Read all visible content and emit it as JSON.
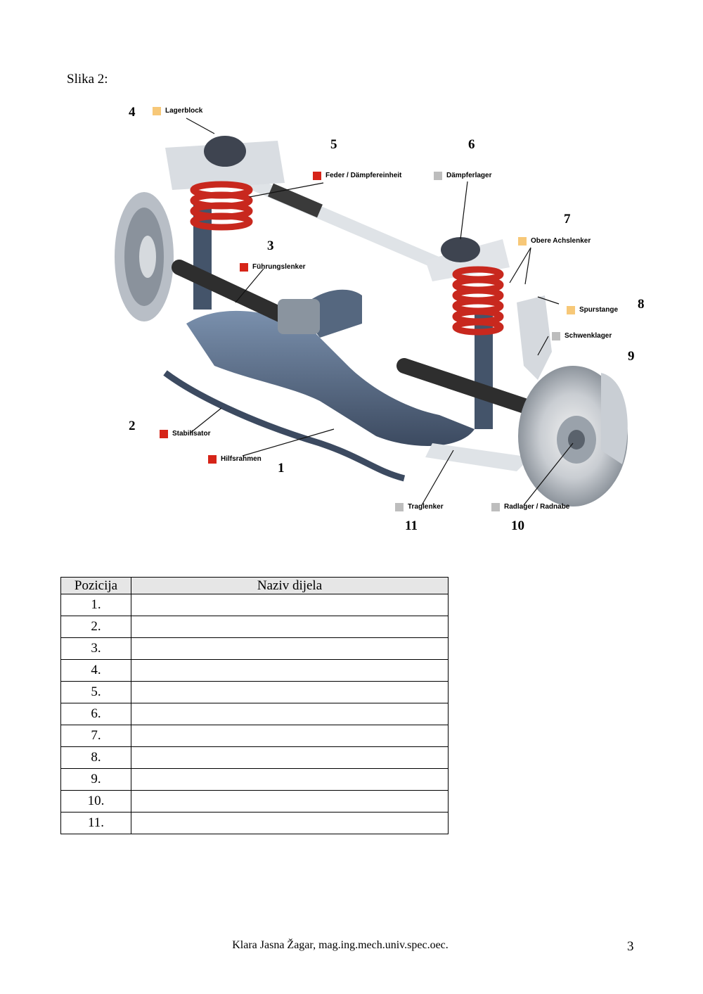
{
  "caption": "Slika 2:",
  "figure": {
    "numbers": [
      "1",
      "2",
      "3",
      "4",
      "5",
      "6",
      "7",
      "8",
      "9",
      "10",
      "11"
    ],
    "labels": {
      "lagerblock": "Lagerblock",
      "feder": "Feder / Dämpfereinheit",
      "daempferlager": "Dämpferlager",
      "obere": "Obere Achslenker",
      "fuehrung": "Führungslenker",
      "spurstange": "Spurstange",
      "schwenklager": "Schwenklager",
      "stabilisator": "Stabilisator",
      "hilfsrahmen": "Hilfsrahmen",
      "traglenker": "Traglenker",
      "radlager": "Radlager / Radnabe"
    },
    "colors": {
      "red": "#d62418",
      "orange": "#f7c878",
      "gray": "#bdbdbd"
    }
  },
  "table": {
    "headers": [
      "Pozicija",
      "Naziv dijela"
    ],
    "rows": [
      "1.",
      "2.",
      "3.",
      "4.",
      "5.",
      "6.",
      "7.",
      "8.",
      "9.",
      "10.",
      "11."
    ]
  },
  "footer": "Klara Jasna Žagar, mag.ing.mech.univ.spec.oec.",
  "page_number": "3"
}
